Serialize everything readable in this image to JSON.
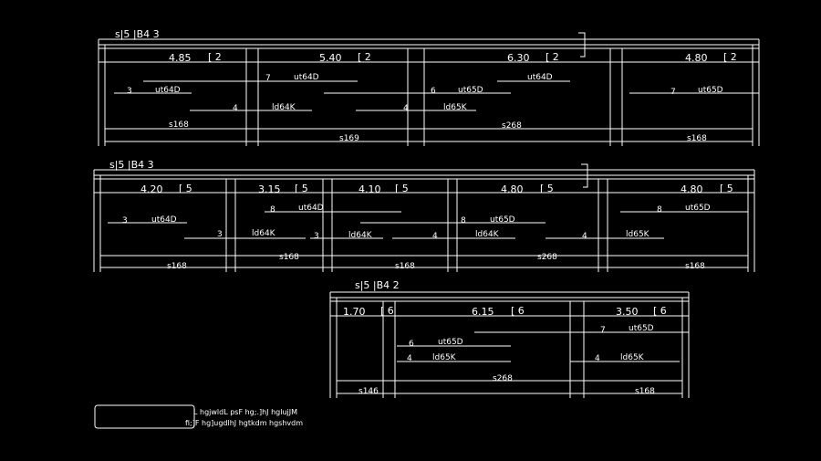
{
  "beams": [
    {
      "title": "s|5 |B4 3",
      "spans": [
        {
          "length": "4.85",
          "count": "[ 2"
        },
        {
          "length": "5.40",
          "count": "[ 2"
        },
        {
          "length": "6.30",
          "count": "[ 2"
        },
        {
          "length": "4.80",
          "count": "[ 2"
        }
      ],
      "rebar_labels": [
        {
          "num": "3",
          "text": "ut64D"
        },
        {
          "num": "7",
          "text": "ut64D"
        },
        {
          "num": "6",
          "text": "ut65D"
        },
        {
          "num": "",
          "text": "ut64D"
        },
        {
          "num": "7",
          "text": "ut65D"
        },
        {
          "num": "4",
          "text": "ld64K"
        },
        {
          "num": "4",
          "text": "ld65K"
        }
      ],
      "stirrups": [
        "s168",
        "s169",
        "s268",
        "s168"
      ]
    },
    {
      "title": "s|5 |B4 3",
      "spans": [
        {
          "length": "4.20",
          "count": "[ 5"
        },
        {
          "length": "3.15",
          "count": "[ 5"
        },
        {
          "length": "4.10",
          "count": "[ 5"
        },
        {
          "length": "4.80",
          "count": "[ 5"
        },
        {
          "length": "4.80",
          "count": "[ 5"
        }
      ],
      "rebar_labels": [
        {
          "num": "3",
          "text": "ut64D"
        },
        {
          "num": "8",
          "text": "ut64D"
        },
        {
          "num": "8",
          "text": "ut65D"
        },
        {
          "num": "8",
          "text": "ut65D"
        },
        {
          "num": "3",
          "text": "ld64K"
        },
        {
          "num": "3",
          "text": "ld64K"
        },
        {
          "num": "4",
          "text": "ld64K"
        },
        {
          "num": "4",
          "text": "ld65K"
        }
      ],
      "stirrups": [
        "s168",
        "s168",
        "s168",
        "s268",
        "s168"
      ]
    },
    {
      "title": "s|5 |B4 2",
      "spans": [
        {
          "length": "1.70",
          "count": "[ 6"
        },
        {
          "length": "6.15",
          "count": "[ 6"
        },
        {
          "length": "3.50",
          "count": "[ 6"
        }
      ],
      "rebar_labels": [
        {
          "num": "7",
          "text": "ut65D"
        },
        {
          "num": "6",
          "text": "ut65D"
        },
        {
          "num": "4",
          "text": "ld65K"
        },
        {
          "num": "4",
          "text": "ld65K"
        }
      ],
      "stirrups": [
        "s146",
        "s268",
        "s168"
      ]
    }
  ],
  "legend": {
    "line1": "L hgjwldL psF hg;.]hJ hglujJM",
    "line2": "fi;]F hg]ugdlhJ hgtkdm hgshvdm"
  }
}
